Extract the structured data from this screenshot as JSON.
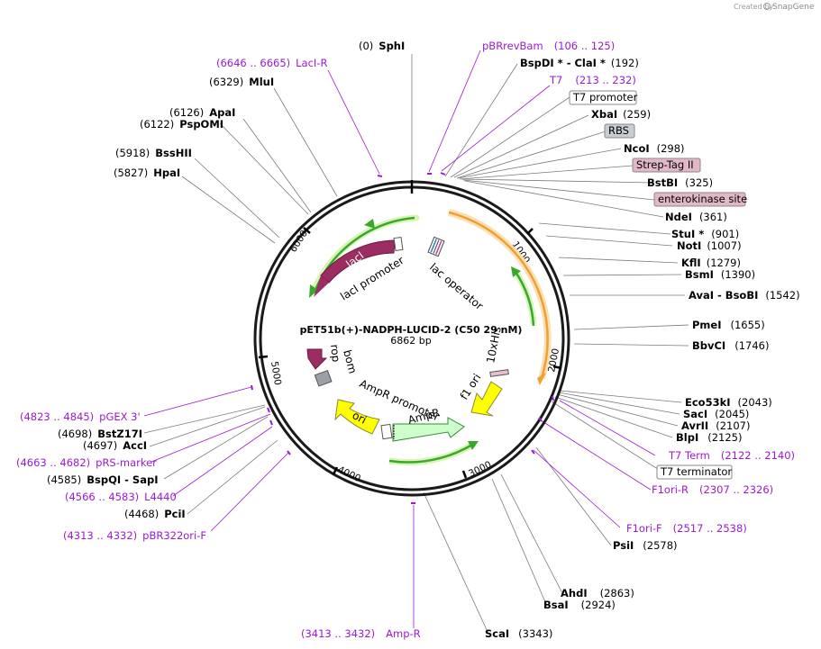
{
  "credit": {
    "prefix": "Created by",
    "brand": "SnapGene"
  },
  "plasmid": {
    "name": "pET51b(+)-NADPH-LUCID-2 (C50 29 nM)",
    "length_label": "6862 bp",
    "length": 6862
  },
  "ticks": [
    "1000",
    "2000",
    "3000",
    "4000",
    "5000",
    "6000"
  ],
  "sites": [
    {
      "name": "SphI",
      "pos": "(0)",
      "suffix": ""
    },
    {
      "name": "MluI",
      "pos": "(6329)",
      "suffix": ""
    },
    {
      "name": "ApaI",
      "pos": "(6126)",
      "suffix": ""
    },
    {
      "name": "PspOMI",
      "pos": "(6122)",
      "suffix": ""
    },
    {
      "name": "BssHII",
      "pos": "(5918)",
      "suffix": ""
    },
    {
      "name": "HpaI",
      "pos": "(5827)",
      "suffix": ""
    },
    {
      "name": "BspDI",
      "pos": "(192)",
      "suffix": " *  - ClaI *"
    },
    {
      "name": "XbaI",
      "pos": "(259)",
      "suffix": ""
    },
    {
      "name": "NcoI",
      "pos": "(298)",
      "suffix": ""
    },
    {
      "name": "BstBI",
      "pos": "(325)",
      "suffix": ""
    },
    {
      "name": "NdeI",
      "pos": "(361)",
      "suffix": ""
    },
    {
      "name": "StuI",
      "pos": "(901)",
      "suffix": " *"
    },
    {
      "name": "NotI",
      "pos": "(1007)",
      "suffix": ""
    },
    {
      "name": "KflI",
      "pos": "(1279)",
      "suffix": ""
    },
    {
      "name": "BsmI",
      "pos": "(1390)",
      "suffix": ""
    },
    {
      "name": "AvaI",
      "pos": "(1542)",
      "suffix": "  - BsoBI"
    },
    {
      "name": "PmeI",
      "pos": "(1655)",
      "suffix": ""
    },
    {
      "name": "BbvCI",
      "pos": "(1746)",
      "suffix": ""
    },
    {
      "name": "Eco53kI",
      "pos": "(2043)",
      "suffix": ""
    },
    {
      "name": "SacI",
      "pos": "(2045)",
      "suffix": ""
    },
    {
      "name": "AvrII",
      "pos": "(2107)",
      "suffix": ""
    },
    {
      "name": "BlpI",
      "pos": "(2125)",
      "suffix": ""
    },
    {
      "name": "PsiI",
      "pos": "(2578)",
      "suffix": ""
    },
    {
      "name": "AhdI",
      "pos": "(2863)",
      "suffix": ""
    },
    {
      "name": "BsaI",
      "pos": "(2924)",
      "suffix": ""
    },
    {
      "name": "ScaI",
      "pos": "(3343)",
      "suffix": ""
    },
    {
      "name": "BstZ17I",
      "pos": "(4698)",
      "suffix": ""
    },
    {
      "name": "AccI",
      "pos": "(4697)",
      "suffix": ""
    },
    {
      "name": "BspQI",
      "pos": "(4585)",
      "suffix": "  - SapI"
    },
    {
      "name": "PciI",
      "pos": "(4468)",
      "suffix": ""
    }
  ],
  "primers": [
    {
      "name": "LacI-R",
      "range": "(6646 .. 6665)"
    },
    {
      "name": "pBRrevBam",
      "range": "(106 .. 125)"
    },
    {
      "name": "T7",
      "range": "(213 .. 232)"
    },
    {
      "name": "T7 Term",
      "range": "(2122 .. 2140)"
    },
    {
      "name": "F1ori-R",
      "range": "(2307 .. 2326)"
    },
    {
      "name": "F1ori-F",
      "range": "(2517 .. 2538)"
    },
    {
      "name": "Amp-R",
      "range": "(3413 .. 3432)"
    },
    {
      "name": "pGEX 3'",
      "range": "(4823 .. 4845)"
    },
    {
      "name": "pRS-marker",
      "range": "(4663 .. 4682)"
    },
    {
      "name": "L4440",
      "range": "(4566 .. 4583)"
    },
    {
      "name": "pBR322ori-F",
      "range": "(4313 .. 4332)"
    }
  ],
  "feature_boxes": [
    {
      "label": "T7 promoter",
      "fill": "#ffffff"
    },
    {
      "label": "RBS",
      "fill": "#c9ccd2"
    },
    {
      "label": "Strep-Tag II",
      "fill": "#e2b8c8"
    },
    {
      "label": "enterokinase site",
      "fill": "#e2b8c8"
    },
    {
      "label": "T7 terminator",
      "fill": "#ffffff"
    }
  ],
  "features": {
    "lacI": "lacI",
    "lacI_promoter": "lacI promoter",
    "lac_operator": "lac operator",
    "his": "10xHis",
    "f1_ori": "f1 ori",
    "bom": "bom",
    "rop": "rop",
    "AmpR_promoter": "AmpR promoter",
    "AmpR": "AmpR",
    "ori": "ori"
  },
  "colors": {
    "lacI": "#9b2d62",
    "green_arrow": "#3aa82a",
    "orange_orf": "#f0a030",
    "f1_ori": "#ffff00",
    "AmpR": "#ccffcc",
    "primer": "#9a1ad6",
    "rop": "#9b2d62",
    "bom": "#9aa0a6"
  }
}
